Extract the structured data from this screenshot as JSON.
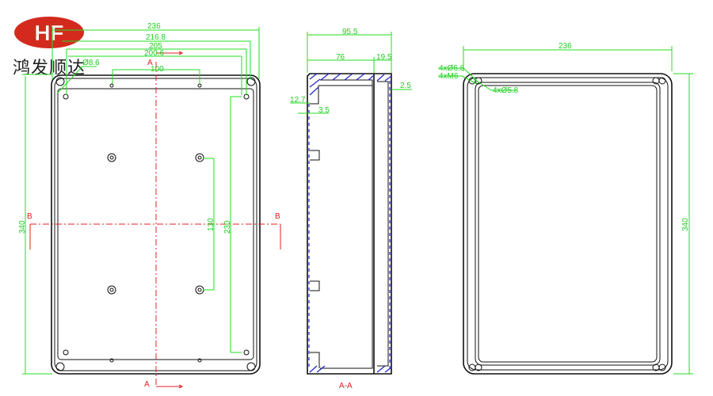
{
  "logo": {
    "mark": "HF",
    "name": "鸿发顺达",
    "color": "#d42a1e"
  },
  "front_view": {
    "dims": {
      "width_outer": "236",
      "width_2": "216.8",
      "width_3": "205",
      "width_4": "200.6",
      "hole_spacing": "100",
      "hole_dia": "Ø8.6",
      "height": "340",
      "inner_height": "230",
      "boss_spacing": "130"
    },
    "section_labels": {
      "a_top": "A",
      "a_bottom": "A",
      "b_left": "B",
      "b_right": "B"
    }
  },
  "section_view": {
    "title": "A-A",
    "dims": {
      "depth": "95.5",
      "base_depth": "76",
      "lid_depth": "19.5",
      "lid_wall": "2.5",
      "lip": "12.7",
      "wall": "3.5"
    }
  },
  "rear_view": {
    "dims": {
      "width": "236",
      "height": "340",
      "hole_outer": "4xØ6.8",
      "thread": "4xM6",
      "hole_inner": "4xØ5.8"
    }
  },
  "colors": {
    "dimension": "#22dd22",
    "section": "#e02020",
    "hatch": "#2222cc"
  }
}
